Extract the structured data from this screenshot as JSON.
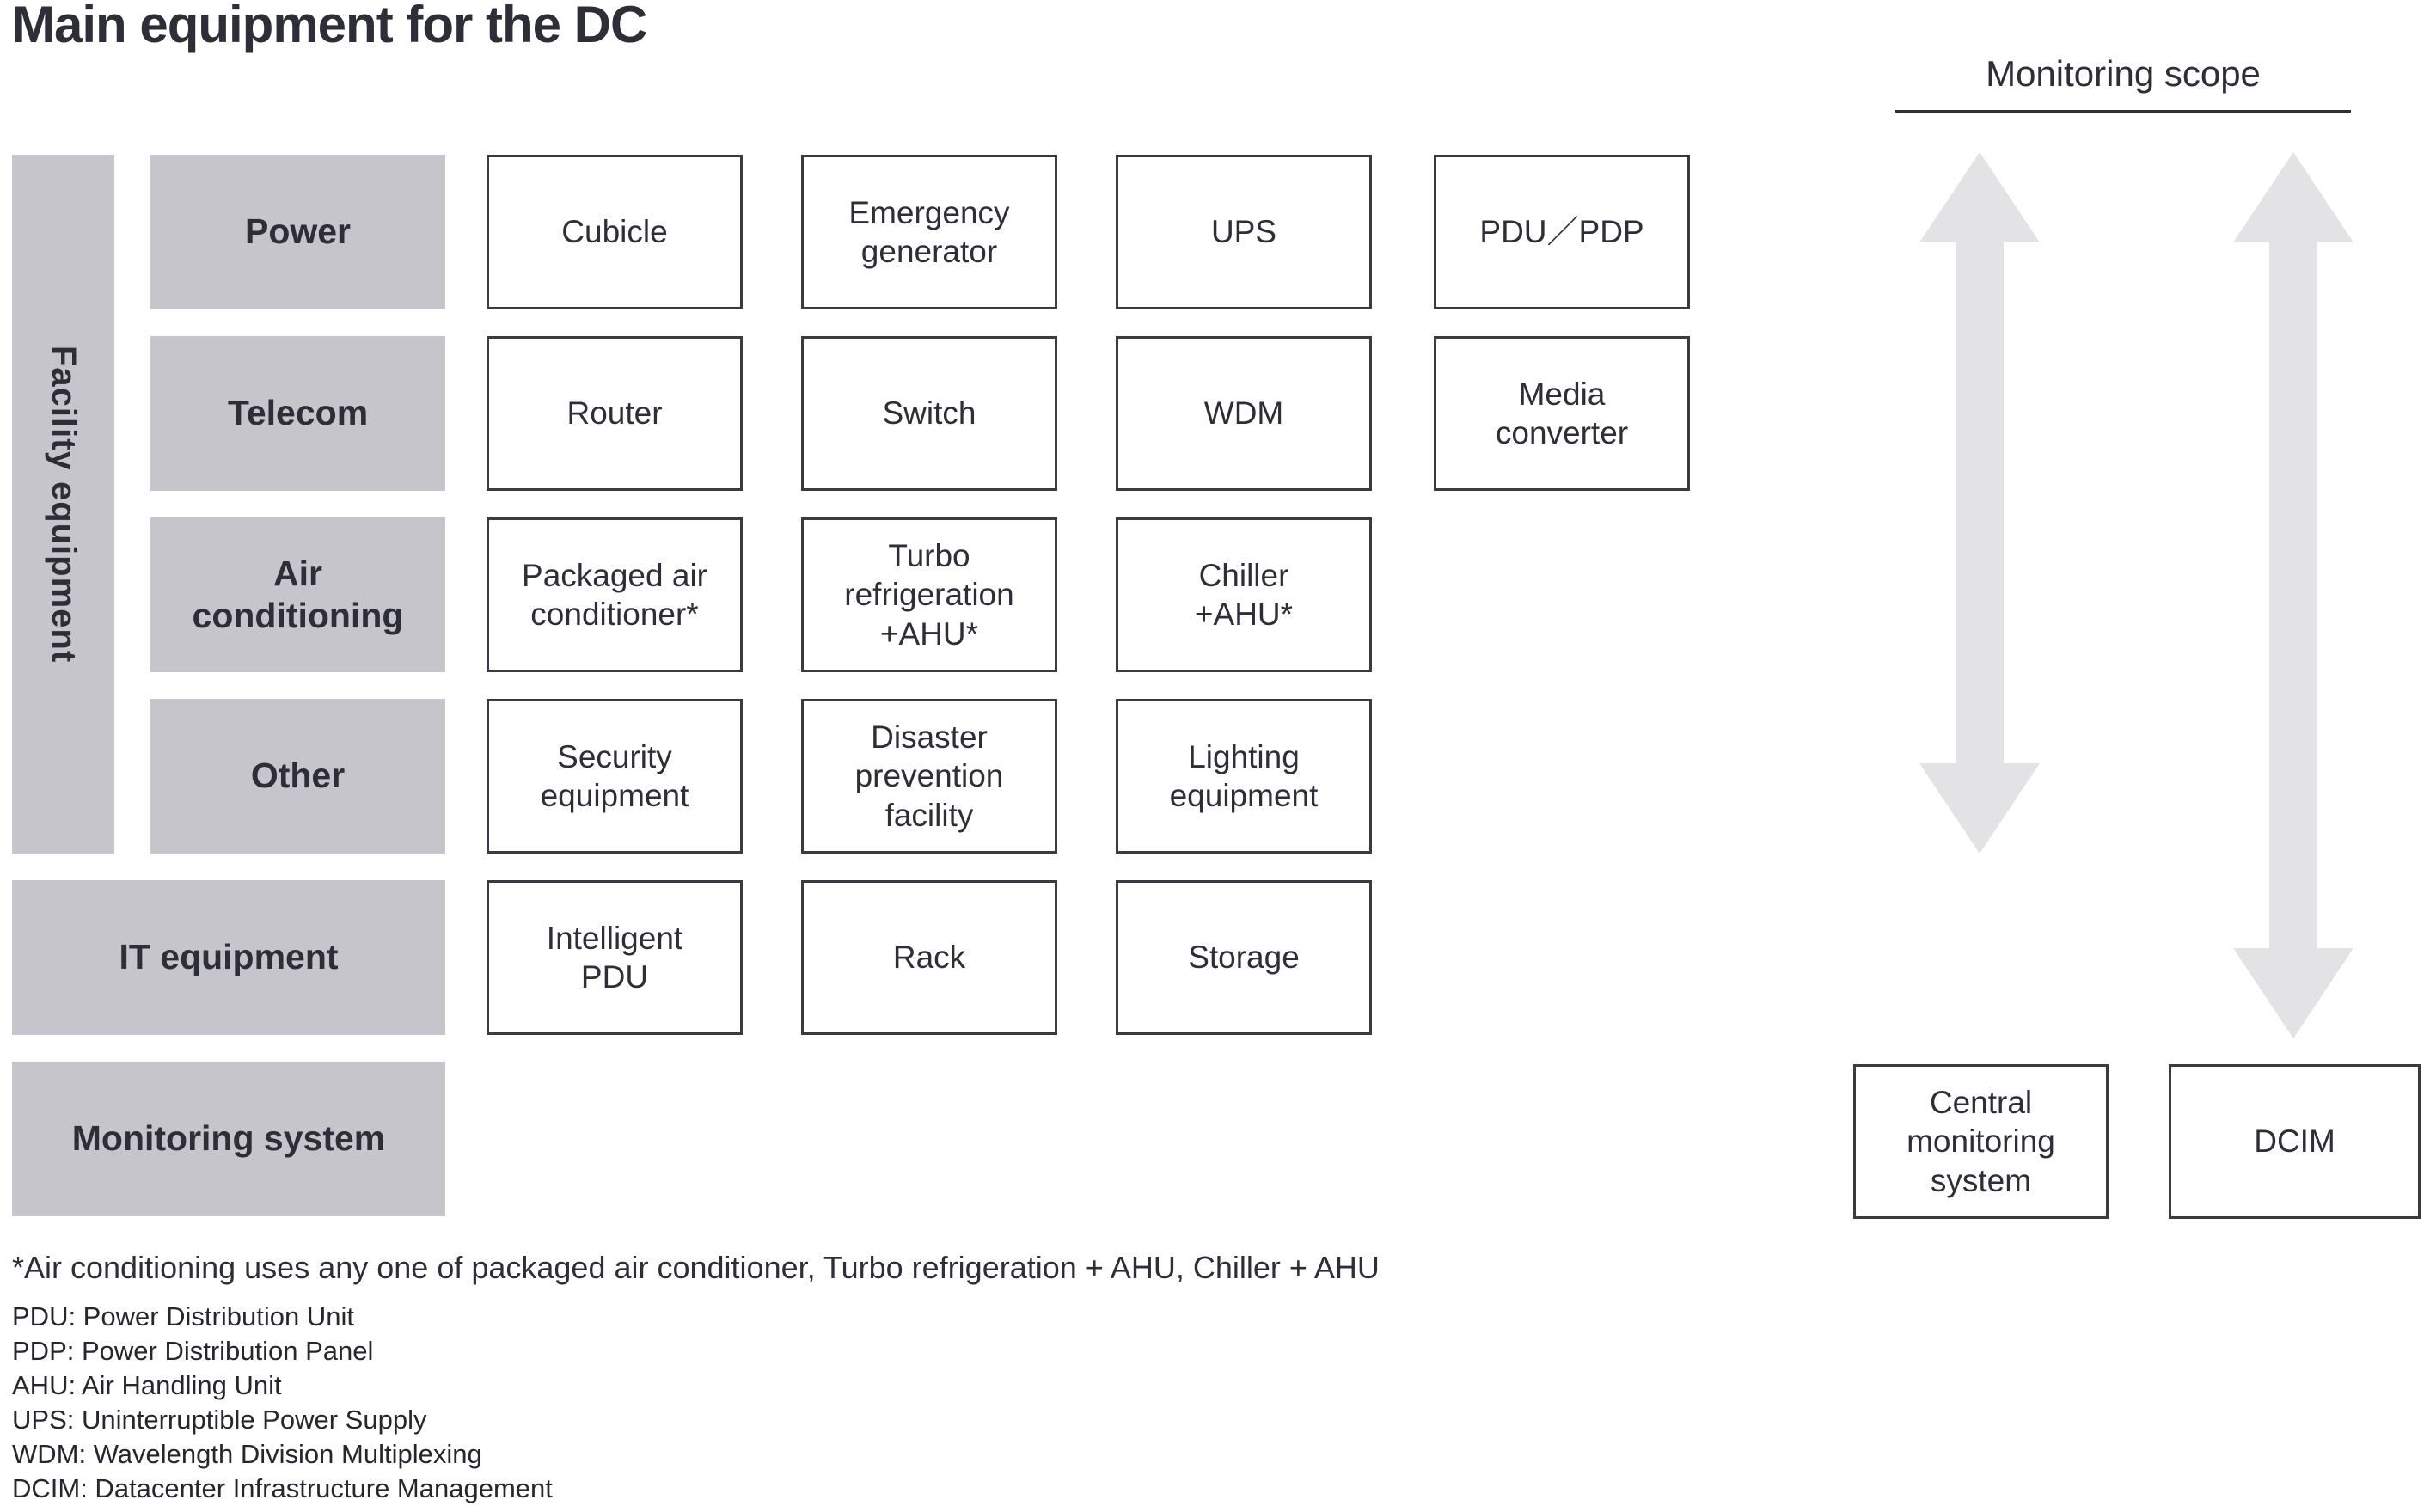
{
  "title": "Main equipment for the DC",
  "monitoring_scope": {
    "label": "Monitoring scope"
  },
  "facility": {
    "label": "Facility equipment",
    "rows": [
      {
        "category": "Power",
        "items": [
          "Cubicle",
          "Emergency\ngenerator",
          "UPS",
          "PDU／PDP"
        ]
      },
      {
        "category": "Telecom",
        "items": [
          "Router",
          "Switch",
          "WDM",
          "Media\nconverter"
        ]
      },
      {
        "category": "Air\nconditioning",
        "items": [
          "Packaged air\nconditioner*",
          "Turbo\nrefrigeration\n+AHU*",
          "Chiller\n+AHU*"
        ]
      },
      {
        "category": "Other",
        "items": [
          "Security\nequipment",
          "Disaster\nprevention\nfacility",
          "Lighting\nequipment"
        ]
      }
    ]
  },
  "it_equipment": {
    "label": "IT equipment",
    "items": [
      "Intelligent\nPDU",
      "Rack",
      "Storage"
    ]
  },
  "monitoring_system": {
    "label": "Monitoring system"
  },
  "monitoring_boxes": [
    {
      "label": "Central\nmonitoring\nsystem"
    },
    {
      "label": "DCIM"
    }
  ],
  "footnote": "*Air conditioning uses any one of packaged air conditioner, Turbo refrigeration + AHU, Chiller + AHU",
  "abbreviations": [
    "PDU: Power Distribution Unit",
    "PDP: Power Distribution Panel",
    "AHU: Air Handling Unit",
    "UPS: Uninterruptible Power Supply",
    "WDM: Wavelength Division Multiplexing",
    "DCIM: Datacenter Infrastructure Management"
  ],
  "colors": {
    "category_fill": "#c5c5cb",
    "box_border": "#3a3a42",
    "arrow_fill": "#e3e3e6",
    "text": "#2e2e38"
  }
}
